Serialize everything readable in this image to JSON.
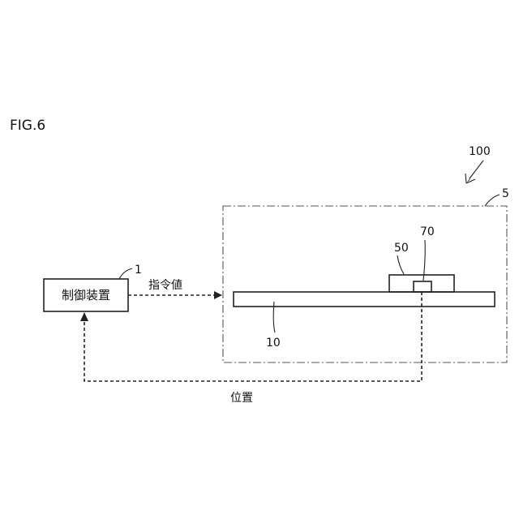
{
  "figure": {
    "title": "FIG.6",
    "system_ref": "100",
    "enclosure_ref": "5",
    "controller_ref": "1",
    "controller_label": "制御装置",
    "block50_ref": "50",
    "sensor70_ref": "70",
    "rail10_ref": "10",
    "command_label": "指令値",
    "position_label": "位置"
  },
  "colors": {
    "line": "#222222",
    "enclosure_line": "#555555",
    "background": "#ffffff"
  }
}
